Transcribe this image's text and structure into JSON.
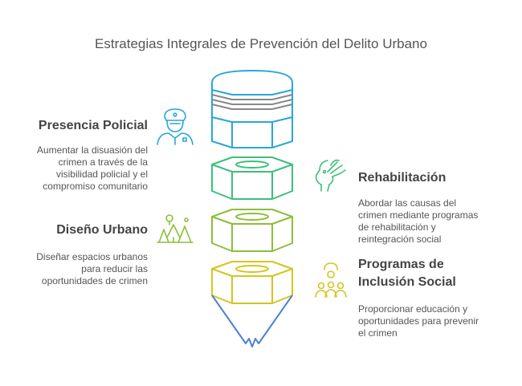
{
  "title": "Estrategias Integrales de Prevención del Delito Urbano",
  "strategies": [
    {
      "heading": "Presencia Policial",
      "desc_lines": [
        "Aumentar la disuasión del",
        "crimen a través de la",
        "visibilidad policial y el",
        "compromiso comunitario"
      ],
      "icon": "police-officer-icon",
      "color": "#2aa6d8"
    },
    {
      "heading": "Rehabilitación",
      "desc_lines": [
        "Abordar las causas del",
        "crimen mediante programas",
        "de rehabilitación y",
        "reintegración social"
      ],
      "icon": "head-hand-icon",
      "color": "#3cbf7a"
    },
    {
      "heading": "Diseño Urbano",
      "desc_lines": [
        "Diseñar espacios urbanos",
        "para reducir las",
        "oportunidades de crimen"
      ],
      "icon": "park-landscape-icon",
      "color": "#8cbf3a"
    },
    {
      "heading_lines": [
        "Programas de",
        "Inclusión Social"
      ],
      "desc_lines": [
        "Proporcionar educación y",
        "oportunidades para prevenir",
        "el crimen"
      ],
      "icon": "community-people-icon",
      "color": "#d4c520"
    }
  ],
  "colors": {
    "eraser_blue": "#2aa6d8",
    "band_gray": "#8a8a8a",
    "tip_blue": "#4a80d0",
    "text": "#444444"
  }
}
